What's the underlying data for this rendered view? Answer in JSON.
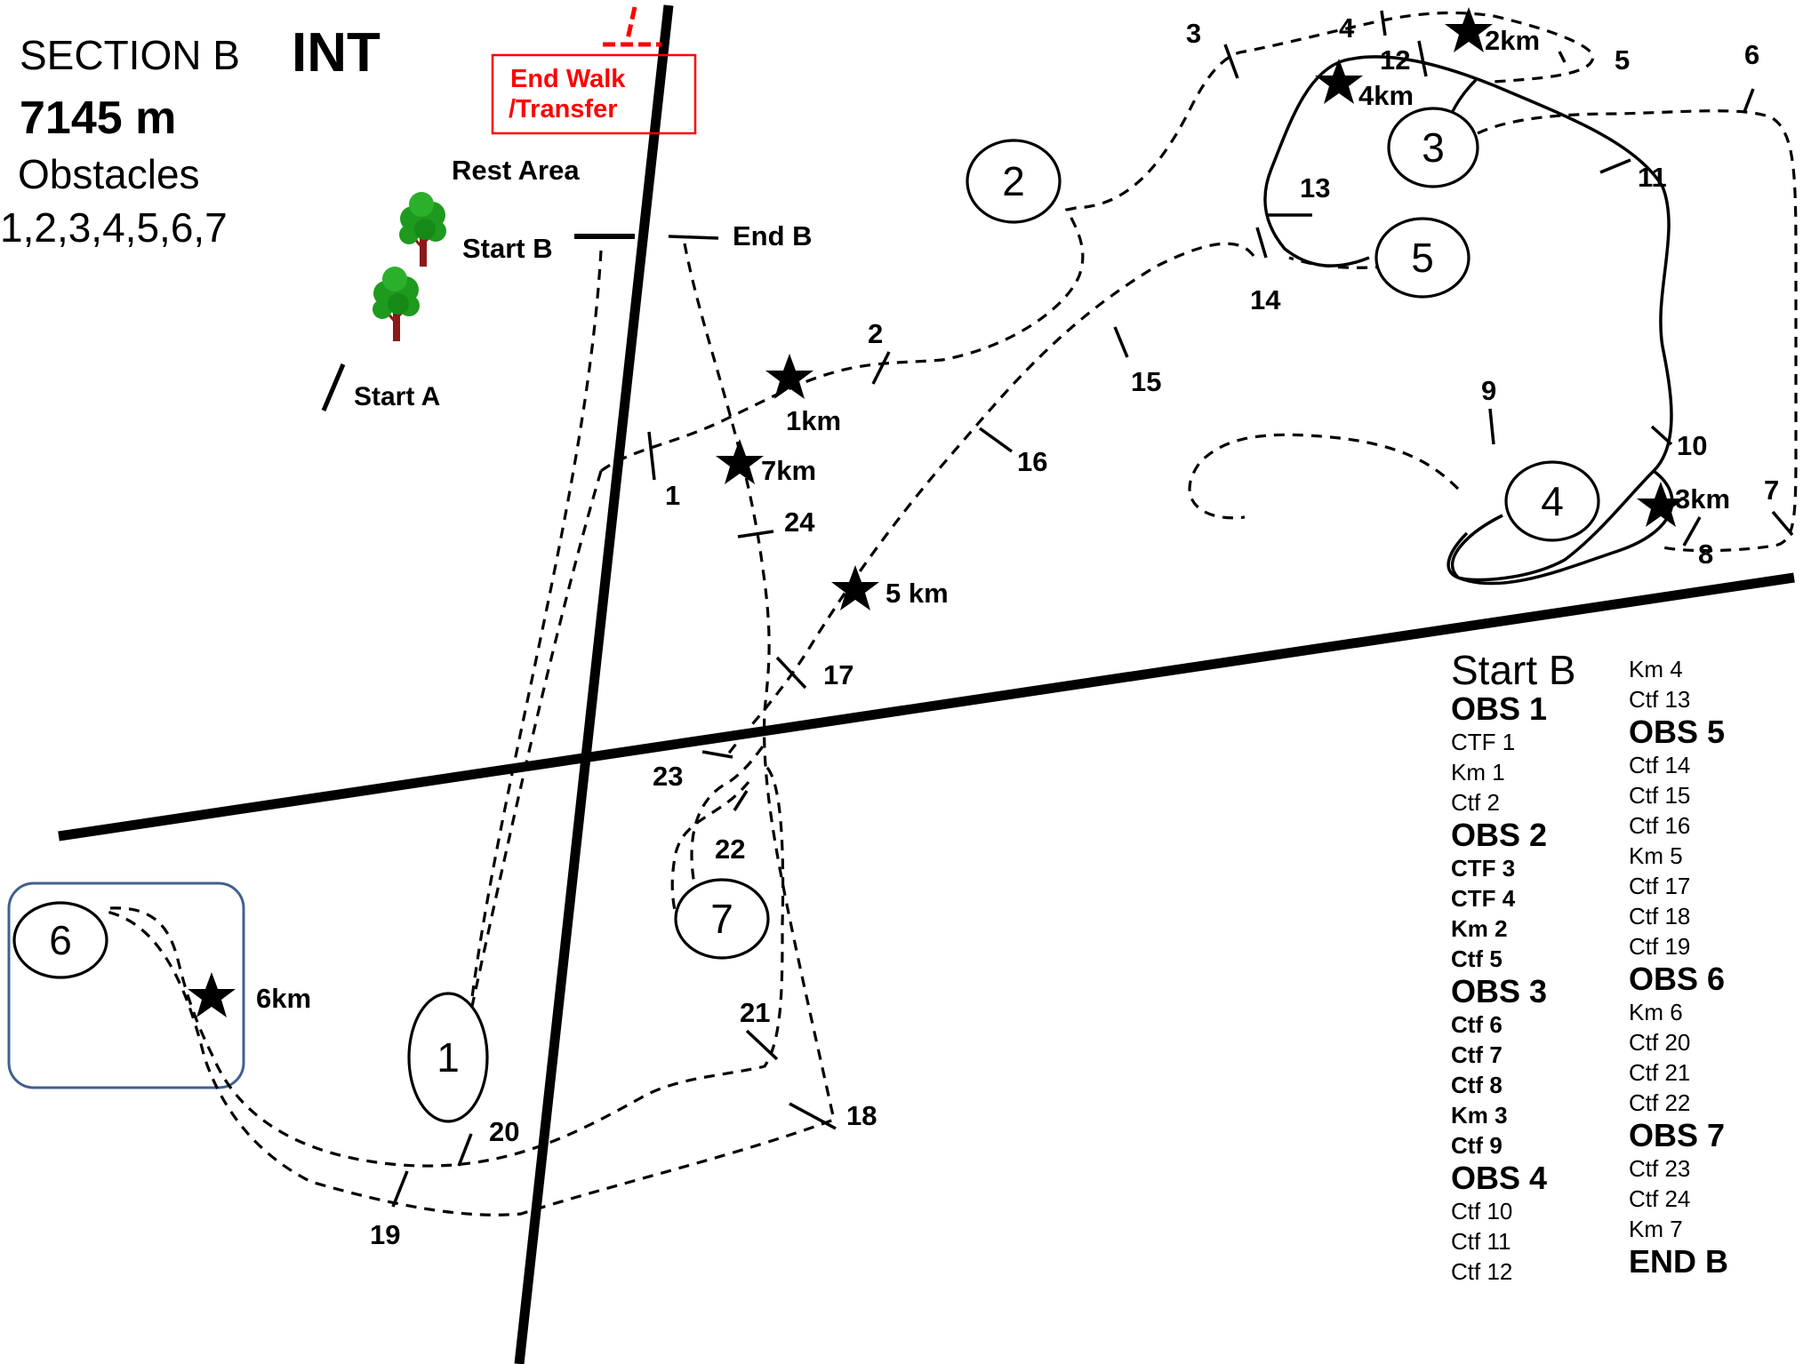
{
  "header": {
    "section": "SECTION B",
    "level": "INT",
    "distance": "7145 m",
    "obstacles_label": "Obstacles",
    "obstacles_list": "1,2,3,4,5,6,7"
  },
  "labels": {
    "end_walk_line1": "End Walk",
    "end_walk_line2": "/Transfer",
    "rest_area": "Rest Area",
    "start_b": "Start B",
    "end_b": "End B",
    "start_a": "Start A"
  },
  "colors": {
    "end_walk": "#ff0000",
    "highlight_box": "#41608f",
    "tree_foliage": "#1e9a1e",
    "tree_trunk": "#8b1a1a"
  },
  "obstacles": [
    "1",
    "2",
    "3",
    "4",
    "5",
    "6",
    "7"
  ],
  "km_markers": [
    "1km",
    "2km",
    "3km",
    "4km",
    "5 km",
    "6km",
    "7km"
  ],
  "checkpoints": [
    "1",
    "2",
    "3",
    "4",
    "5",
    "6",
    "7",
    "8",
    "9",
    "10",
    "11",
    "12",
    "13",
    "14",
    "15",
    "16",
    "17",
    "18",
    "19",
    "20",
    "21",
    "22",
    "23",
    "24"
  ],
  "legend": {
    "col1": [
      {
        "text": "Start B",
        "style": "title"
      },
      {
        "text": "OBS 1",
        "style": "head"
      },
      {
        "text": "CTF 1",
        "style": "item"
      },
      {
        "text": "Km 1",
        "style": "item"
      },
      {
        "text": "Ctf 2",
        "style": "item"
      },
      {
        "text": "OBS 2",
        "style": "head"
      },
      {
        "text": "CTF 3",
        "style": "bold"
      },
      {
        "text": "CTF 4",
        "style": "bold"
      },
      {
        "text": "Km 2",
        "style": "bold"
      },
      {
        "text": "Ctf 5",
        "style": "bold"
      },
      {
        "text": "OBS  3",
        "style": "head"
      },
      {
        "text": "Ctf 6",
        "style": "bold"
      },
      {
        "text": "Ctf 7",
        "style": "bold"
      },
      {
        "text": "Ctf 8",
        "style": "bold"
      },
      {
        "text": "Km 3",
        "style": "bold"
      },
      {
        "text": "Ctf 9",
        "style": "bold"
      },
      {
        "text": "OBS 4",
        "style": "head"
      },
      {
        "text": "Ctf  10",
        "style": "item"
      },
      {
        "text": "Ctf 11",
        "style": "item"
      },
      {
        "text": "Ctf 12",
        "style": "item"
      }
    ],
    "col2": [
      {
        "text": "Km 4",
        "style": "item"
      },
      {
        "text": "Ctf 13",
        "style": "item"
      },
      {
        "text": "OBS 5",
        "style": "head"
      },
      {
        "text": "Ctf 14",
        "style": "item"
      },
      {
        "text": "Ctf 15",
        "style": "item"
      },
      {
        "text": "Ctf 16",
        "style": "item"
      },
      {
        "text": "Km 5",
        "style": "item"
      },
      {
        "text": "Ctf 17",
        "style": "item"
      },
      {
        "text": "Ctf 18",
        "style": "item"
      },
      {
        "text": "Ctf 19",
        "style": "item"
      },
      {
        "text": "OBS 6",
        "style": "head"
      },
      {
        "text": "Km 6",
        "style": "item"
      },
      {
        "text": "Ctf 20",
        "style": "item"
      },
      {
        "text": "Ctf 21",
        "style": "item"
      },
      {
        "text": "Ctf 22",
        "style": "item"
      },
      {
        "text": "OBS 7",
        "style": "head"
      },
      {
        "text": "Ctf 23",
        "style": "item"
      },
      {
        "text": "Ctf 24",
        "style": "item"
      },
      {
        "text": "Km 7",
        "style": "item"
      },
      {
        "text": "END B",
        "style": "head"
      }
    ]
  }
}
